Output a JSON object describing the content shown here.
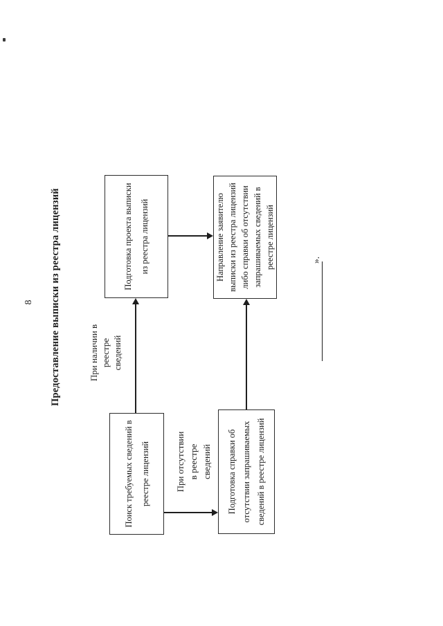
{
  "page": {
    "number": "8",
    "title": "Предоставление выписки из реестра лицензий",
    "quote_suffix": "»."
  },
  "flowchart": {
    "nodes": {
      "search": {
        "lines": [
          "Поиск требуемых сведений в",
          "реестре лицензий"
        ]
      },
      "draft": {
        "lines": [
          "Подготовка проекта выписки",
          "из реестра лицензий"
        ]
      },
      "certificate": {
        "lines": [
          "Подготовка справки об",
          "отсутствии запрашиваемых",
          "сведений в реестре лицензий"
        ]
      },
      "send": {
        "lines": [
          "Направление заявителю",
          "выписки из реестра лицензий",
          "либо справки об отсутствии",
          "запрашиваемых сведений в",
          "реестре лицензий"
        ]
      }
    },
    "edge_labels": {
      "has_records": {
        "lines": [
          "При наличии в",
          "реестре",
          "сведений"
        ]
      },
      "no_records": {
        "lines": [
          "При отсутствии",
          "в реестре",
          "сведений"
        ]
      }
    }
  },
  "colors": {
    "ink": "#1e1e1e",
    "paper": "#ffffff"
  }
}
